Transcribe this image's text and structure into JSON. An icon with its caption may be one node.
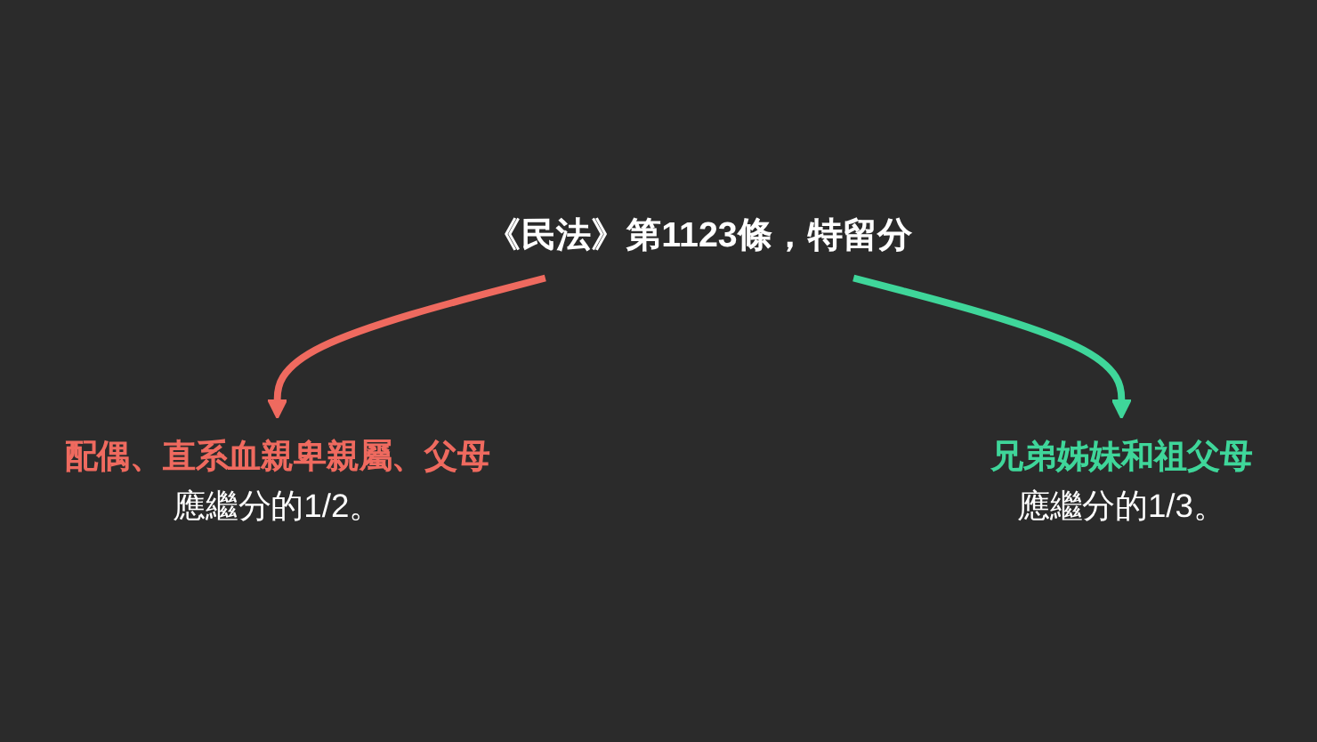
{
  "diagram": {
    "nodes": [
      {
        "text": [
          "《民法》第1123條，特留分"
        ]
      },
      {
        "text": [
          "配偶、直系血親卑親屬、父母",
          "應繼分的1/2。"
        ]
      },
      {
        "text": [
          "兄弟姊妹和祖父母",
          "應繼分的1/3。"
        ]
      }
    ],
    "edges": [
      {
        "from": 0,
        "to": 1,
        "arrow": "to",
        "color": "#ef6a5f"
      },
      {
        "from": 0,
        "to": 2,
        "arrow": "to",
        "color": "#3fd69a"
      }
    ]
  }
}
